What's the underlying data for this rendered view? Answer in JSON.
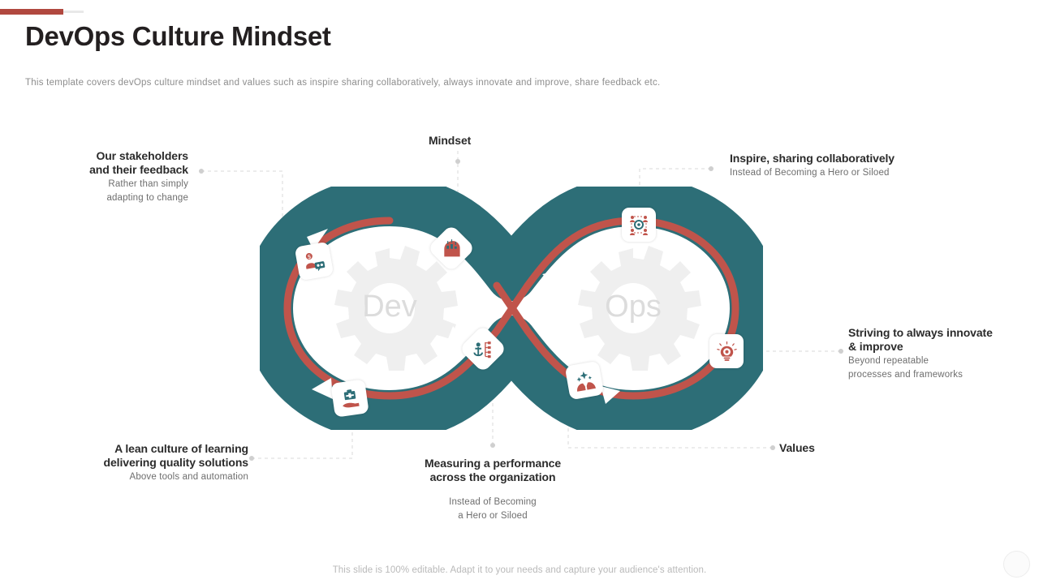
{
  "header": {
    "title": "DevOps Culture Mindset",
    "subtitle": "This template covers devOps culture mindset and values such as inspire sharing collaboratively,  always innovate and improve,  share feedback etc.",
    "accent_color": "#b1483f"
  },
  "diagram": {
    "type": "infinity-loop",
    "loop_band_color": "#2d6e77",
    "loop_path_color": "#c0544b",
    "watermark_color": "#efefef",
    "left_lobe_label": "Dev",
    "right_lobe_label": "Ops",
    "node_labels": [
      {
        "id": "mindset",
        "text": "Mindset"
      },
      {
        "id": "values",
        "text": "Values"
      }
    ],
    "icons": [
      {
        "id": "icon-stakeholder-feedback",
        "name": "person-money-feedback-icon"
      },
      {
        "id": "icon-mindset-head",
        "name": "head-gears-icon"
      },
      {
        "id": "icon-collaboration",
        "name": "team-network-icon"
      },
      {
        "id": "icon-lean-culture",
        "name": "hand-toolbox-icon"
      },
      {
        "id": "icon-measure-performance",
        "name": "anchor-checklist-icon"
      },
      {
        "id": "icon-values-hands",
        "name": "hands-sparkle-icon"
      },
      {
        "id": "icon-innovate-bulb",
        "name": "lightbulb-gear-icon"
      }
    ]
  },
  "callouts": [
    {
      "id": "stakeholders",
      "title": "Our stakeholders\nand their feedback",
      "title_line1": "Our stakeholders",
      "title_line2": "and their feedback",
      "subtitle_line1": "Rather than simply",
      "subtitle_line2": "adapting to change"
    },
    {
      "id": "lean-culture",
      "title_line1": "A lean culture of learning",
      "title_line2": "delivering quality solutions",
      "subtitle_line1": "Above tools and automation",
      "subtitle_line2": ""
    },
    {
      "id": "measuring-performance",
      "title_line1": "Measuring a performance",
      "title_line2": "across the organization",
      "subtitle_line1": "Instead of Becoming",
      "subtitle_line2": "a Hero or Siloed"
    },
    {
      "id": "inspire-sharing",
      "title_line1": "Inspire, sharing collaboratively",
      "title_line2": "",
      "subtitle_line1": "Instead of Becoming a Hero or Siloed",
      "subtitle_line2": ""
    },
    {
      "id": "striving-innovate",
      "title_line1": "Striving to always innovate",
      "title_line2": "& improve",
      "subtitle_line1": "Beyond repeatable",
      "subtitle_line2": "processes and frameworks"
    }
  ],
  "footer": {
    "note": "This slide is 100% editable. Adapt it to your needs and capture your audience's attention."
  }
}
